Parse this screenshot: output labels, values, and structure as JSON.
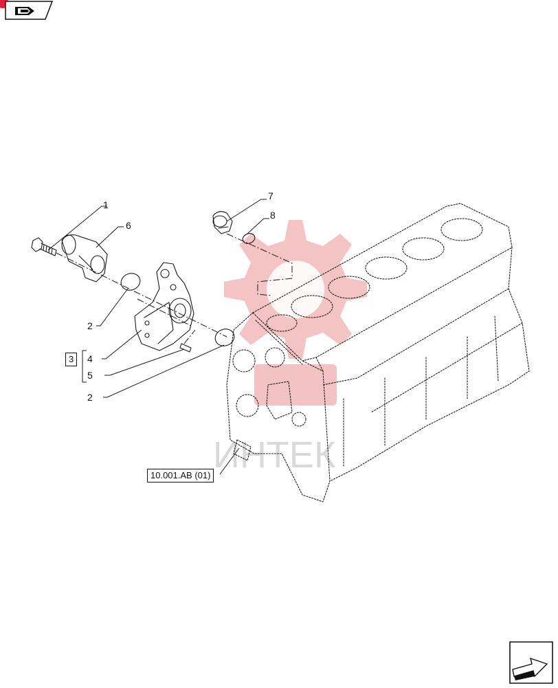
{
  "callouts": [
    {
      "id": "c1",
      "label": "1"
    },
    {
      "id": "c6",
      "label": "6"
    },
    {
      "id": "c2a",
      "label": "2"
    },
    {
      "id": "c4",
      "label": "4"
    },
    {
      "id": "c5",
      "label": "5"
    },
    {
      "id": "c2b",
      "label": "2"
    },
    {
      "id": "c7",
      "label": "7"
    },
    {
      "id": "c8",
      "label": "8"
    }
  ],
  "group_label": "3",
  "reference_label": "10.001.AB (01)",
  "watermark_text": "ИНТЕК",
  "colors": {
    "line": "#1a1a1a",
    "watermark": "#f2b8b8",
    "badge": "#e0203a"
  },
  "icons": [
    "book-tab-icon",
    "next-page-arrow-icon"
  ]
}
